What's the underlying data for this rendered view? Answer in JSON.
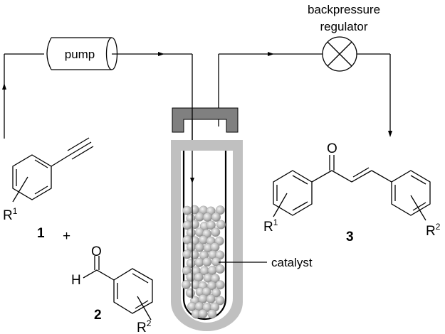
{
  "labels": {
    "pump": "pump",
    "bpr_line1": "backpressure",
    "bpr_line2": "regulator",
    "catalyst": "catalyst"
  },
  "compounds": {
    "c1": {
      "number": "1",
      "substituent": "R",
      "substituent_sup": "1"
    },
    "c2": {
      "number": "2",
      "substituent": "R",
      "substituent_sup": "2",
      "oxygen": "O",
      "hydrogen": "H"
    },
    "c3": {
      "number": "3",
      "sub_left": "R",
      "sub_left_sup": "1",
      "sub_right": "R",
      "sub_right_sup": "2",
      "oxygen": "O"
    },
    "plus": "+"
  },
  "colors": {
    "line": "#000000",
    "cap": "#808080",
    "tube_outer": "#c0c0c0",
    "bead": "#b4b4b4"
  }
}
